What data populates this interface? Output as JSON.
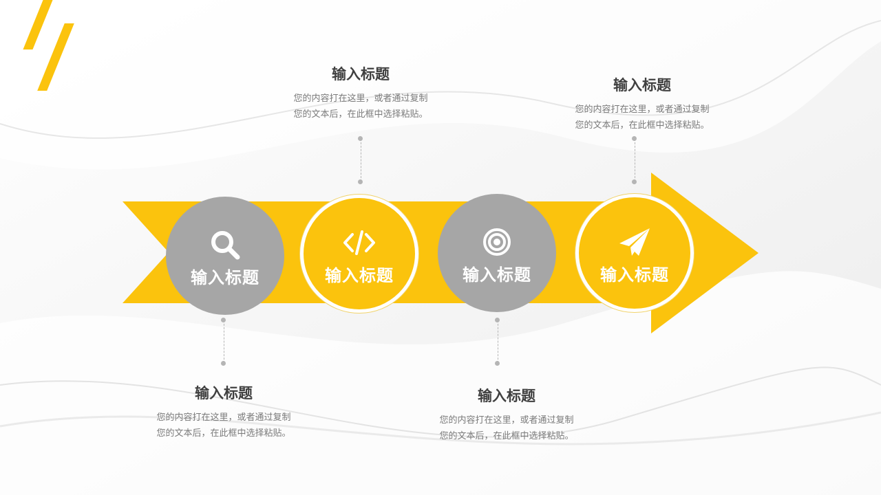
{
  "colors": {
    "accent": "#fbc30d",
    "neutral": "#a6a6a6",
    "text": "#404040",
    "muted": "#7a7a7a"
  },
  "steps": [
    {
      "title": "输入标题",
      "icon": "search-icon"
    },
    {
      "title": "输入标题",
      "icon": "code-icon"
    },
    {
      "title": "输入标题",
      "icon": "target-icon"
    },
    {
      "title": "输入标题",
      "icon": "paper-plane-icon"
    }
  ],
  "callouts": [
    {
      "title": "输入标题",
      "desc1": "您的内容打在这里，或者通过复制",
      "desc2": "您的文本后，在此框中选择粘贴。"
    },
    {
      "title": "输入标题",
      "desc1": "您的内容打在这里，或者通过复制",
      "desc2": "您的文本后，在此框中选择粘贴。"
    },
    {
      "title": "输入标题",
      "desc1": "您的内容打在这里，或者通过复制",
      "desc2": "您的文本后，在此框中选择粘贴。"
    },
    {
      "title": "输入标题",
      "desc1": "您的内容打在这里，或者通过复制",
      "desc2": "您的文本后，在此框中选择粘贴。"
    }
  ]
}
